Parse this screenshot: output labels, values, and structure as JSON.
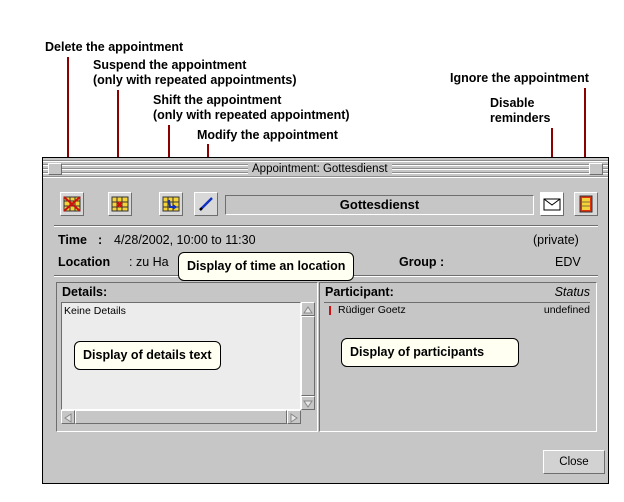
{
  "annotations": {
    "delete": "Delete the appointment",
    "suspend": "Suspend the appointment\n(only with repeated appointments)",
    "shift": "Shift the appointment\n(only with repeated appointment)",
    "modify": "Modify the appointment",
    "ignore": "Ignore the appointment",
    "disable": "Disable\nreminders"
  },
  "window": {
    "title": "Appointment: Gottesdienst",
    "subject": "Gottesdienst"
  },
  "info": {
    "time_label": "Time",
    "time_colon": ":",
    "time_value": "4/28/2002, 10:00 to  11:30",
    "privacy": "(private)",
    "location_label": "Location",
    "location_value": ": zu Ha",
    "group_label": "Group :",
    "group_value": "EDV"
  },
  "details": {
    "header": "Details:",
    "text": "Keine Details"
  },
  "participants": {
    "header": "Participant:",
    "status_header": "Status",
    "rows": [
      {
        "name": "Rüdiger Goetz",
        "status": "undefined"
      }
    ]
  },
  "callouts": {
    "time_location": "Display of time an location",
    "details": "Display of details text",
    "participants": "Display of participants"
  },
  "buttons": {
    "close": "Close"
  },
  "colors": {
    "arrow": "#8b0000",
    "window_bg": "#c6c6c6",
    "callout_bg": "#fffff2"
  }
}
